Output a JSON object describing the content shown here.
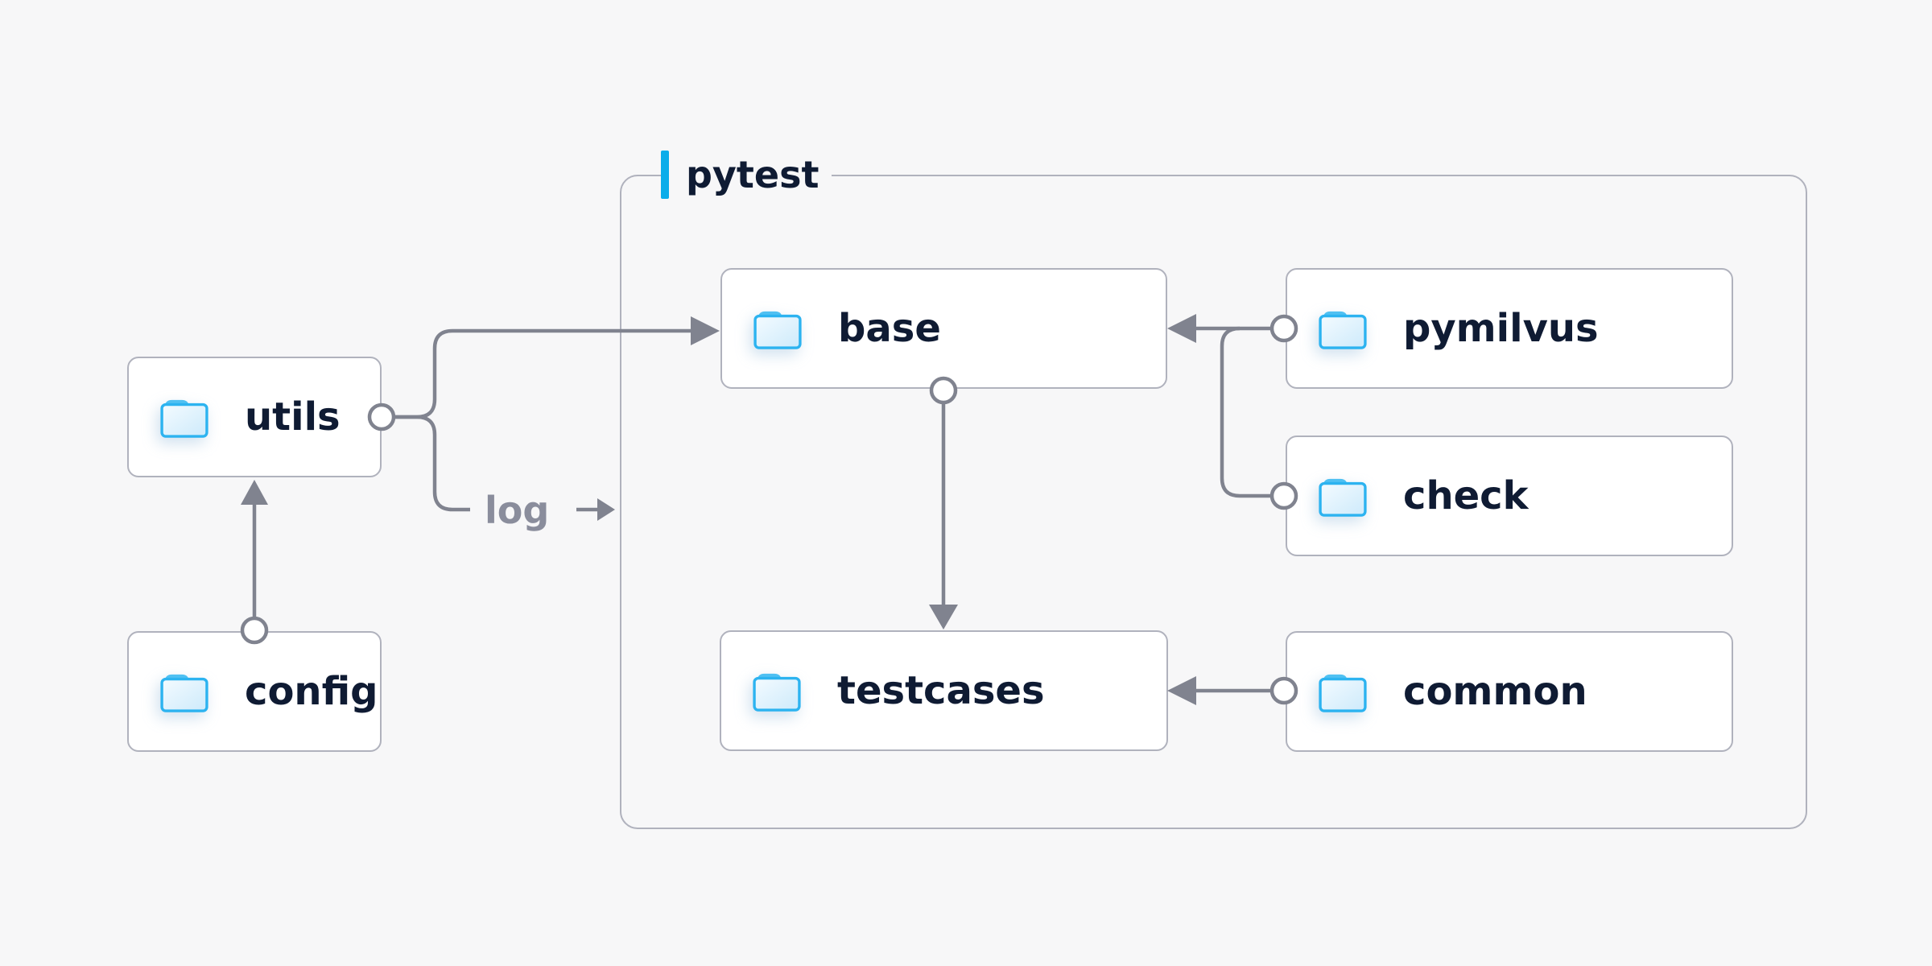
{
  "group": {
    "label": "pytest"
  },
  "nodes": {
    "utils": {
      "label": "utils"
    },
    "config": {
      "label": "config"
    },
    "base": {
      "label": "base"
    },
    "pymilvus": {
      "label": "pymilvus"
    },
    "check": {
      "label": "check"
    },
    "testcases": {
      "label": "testcases"
    },
    "common": {
      "label": "common"
    }
  },
  "edges": {
    "log_label": "log"
  },
  "colors": {
    "background": "#f7f7f8",
    "box_bg": "#ffffff",
    "border_gray": "#b0b2bd",
    "line_gray": "#80838f",
    "text_navy": "#0f1b33",
    "accent_blue": "#0badea",
    "folder_stroke": "#2cb3f0",
    "folder_tab": "#4fc0f2",
    "folder_fill_1": "#f4fbff",
    "folder_fill_2": "#cdeafb",
    "edge_label_gray": "#8a8d9c"
  }
}
